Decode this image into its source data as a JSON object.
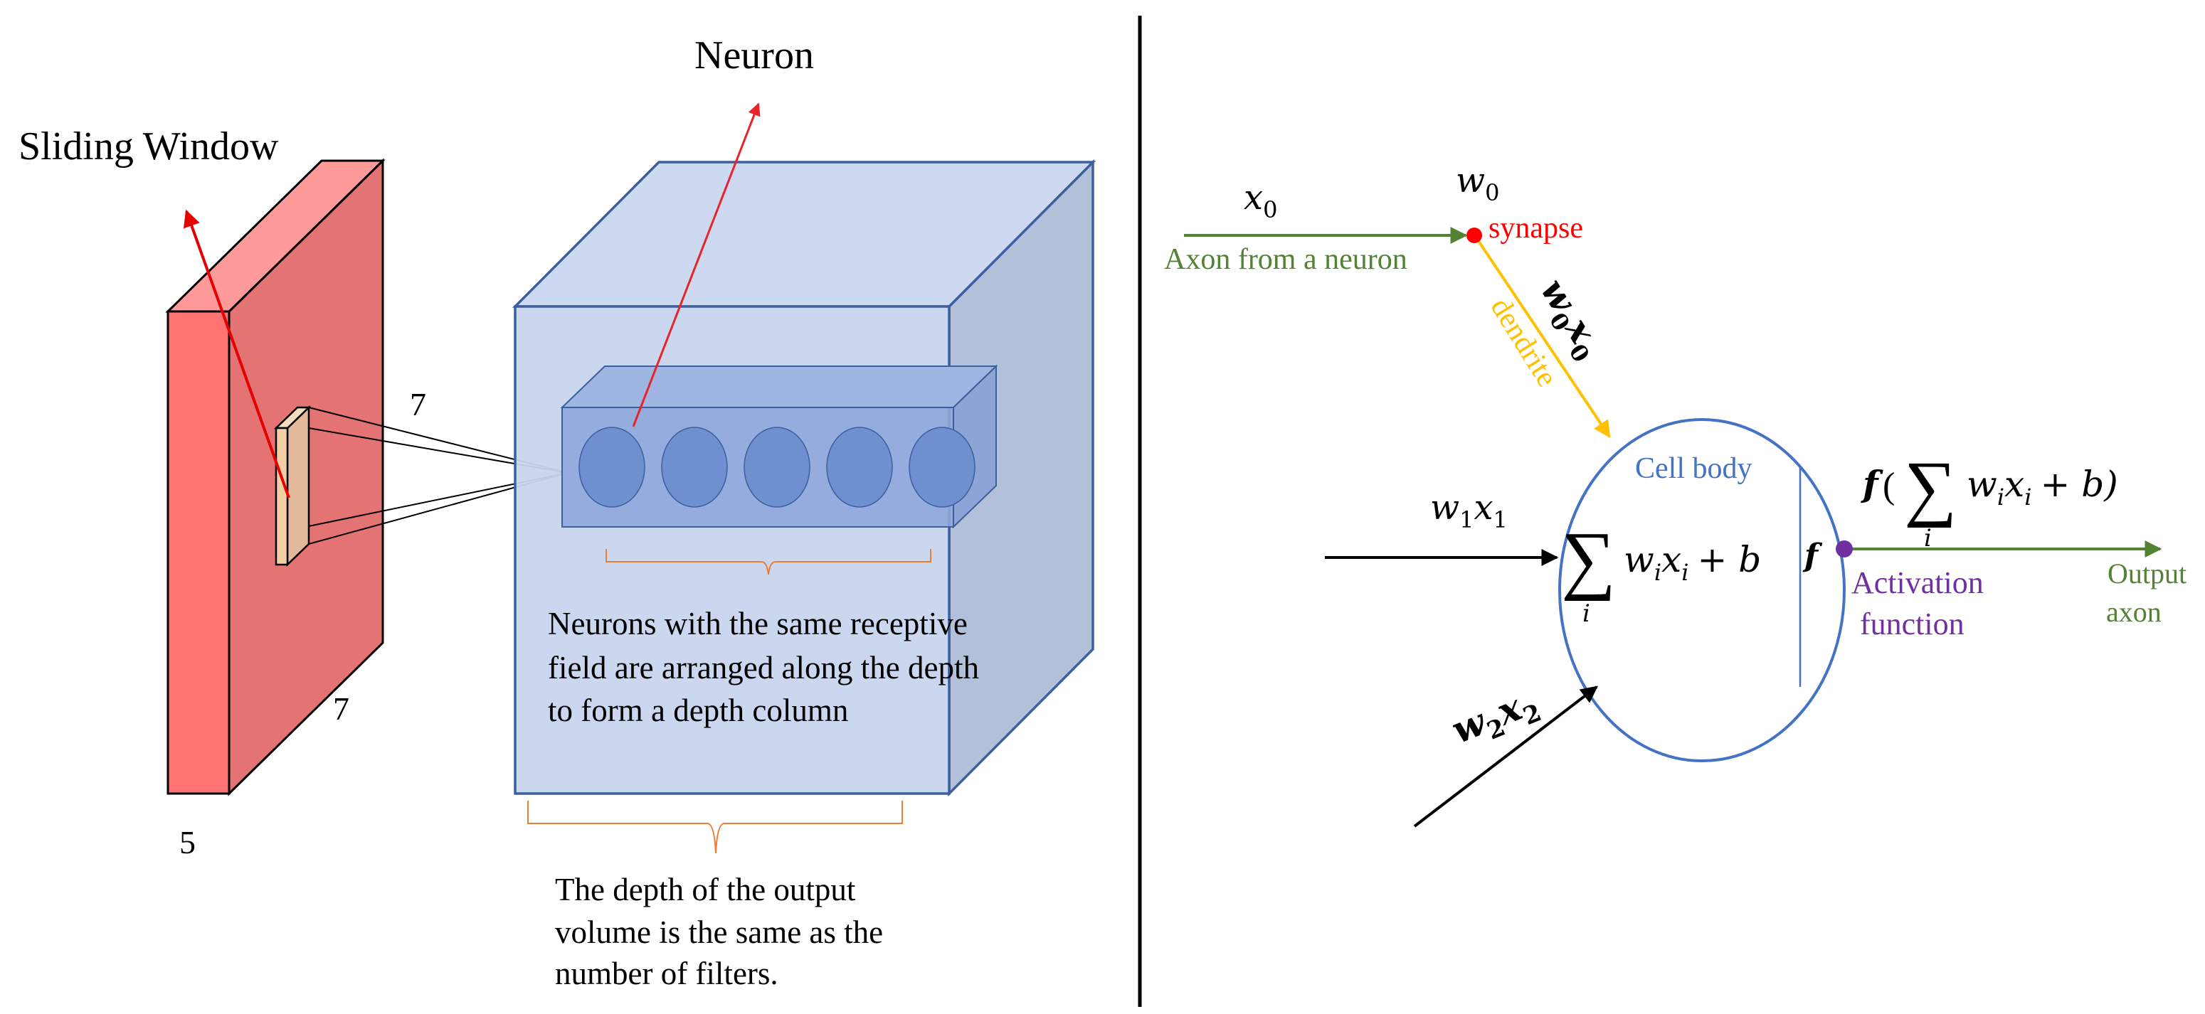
{
  "colors": {
    "red_face": "#f27a7a",
    "red_front": "#ff7070",
    "red_top": "#ff9a9a",
    "blue_fill": "#c7d5ee",
    "blue_stroke": "#3d5f9e",
    "neuron_fill": "#6e8fd0",
    "axon_green": "#548235",
    "dendrite_orange": "#ffc000",
    "synapse_red": "#ff0000",
    "cell_blue": "#4472c4",
    "activation_purple": "#7030a0",
    "brace_orange": "#ed7d31",
    "arrow_red": "#e60000"
  },
  "left": {
    "sliding_window_label": "Sliding Window",
    "neuron_label": "Neuron",
    "dim_top": "7",
    "dim_side": "7",
    "dim_bottom": "5",
    "depth_column_note": [
      "Neurons with the same receptive",
      "field are arranged along the depth",
      "to form a depth column"
    ],
    "output_depth_note": [
      "The depth of the output",
      "volume is the same as the",
      "number of filters."
    ],
    "neuron_count": 5
  },
  "right": {
    "x0": "x",
    "x0_sub": "0",
    "w0": "w",
    "w0_sub": "0",
    "synapse_label": "synapse",
    "axon_label": "Axon from a neuron",
    "w0x0_w": "w",
    "w0x0_w_sub": "0",
    "w0x0_x": "x",
    "w0x0_x_sub": "0",
    "dendrite_label": "dendrite",
    "cell_body_label": "Cell body",
    "w1x1_w": "w",
    "w1x1_w_sub": "1",
    "w1x1_x": "x",
    "w1x1_x_sub": "1",
    "w2x2_w": "w",
    "w2x2_w_sub": "2",
    "w2x2_x": "x",
    "w2x2_x_sub": "2",
    "sum_symbol": "∑",
    "sum_index": "i",
    "sum_w": "w",
    "sum_w_sub": "i",
    "sum_x": "x",
    "sum_x_sub": "i",
    "sum_tail": "+ b",
    "f_symbol": "f",
    "out_f": "f",
    "out_open": "(",
    "out_sum": "∑",
    "out_index": "i",
    "out_w": "w",
    "out_w_sub": "i",
    "out_x": "x",
    "out_x_sub": "i",
    "out_tail": "+ b)",
    "activation_label_1": "Activation",
    "activation_label_2": "function",
    "output_label_1": "Output",
    "output_label_2": "axon"
  }
}
